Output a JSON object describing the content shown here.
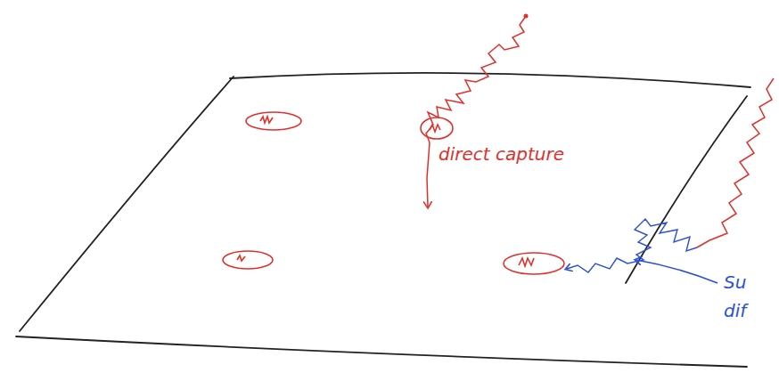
{
  "diagram": {
    "labels": [
      "direct capture",
      "Su",
      "dif"
    ]
  }
}
